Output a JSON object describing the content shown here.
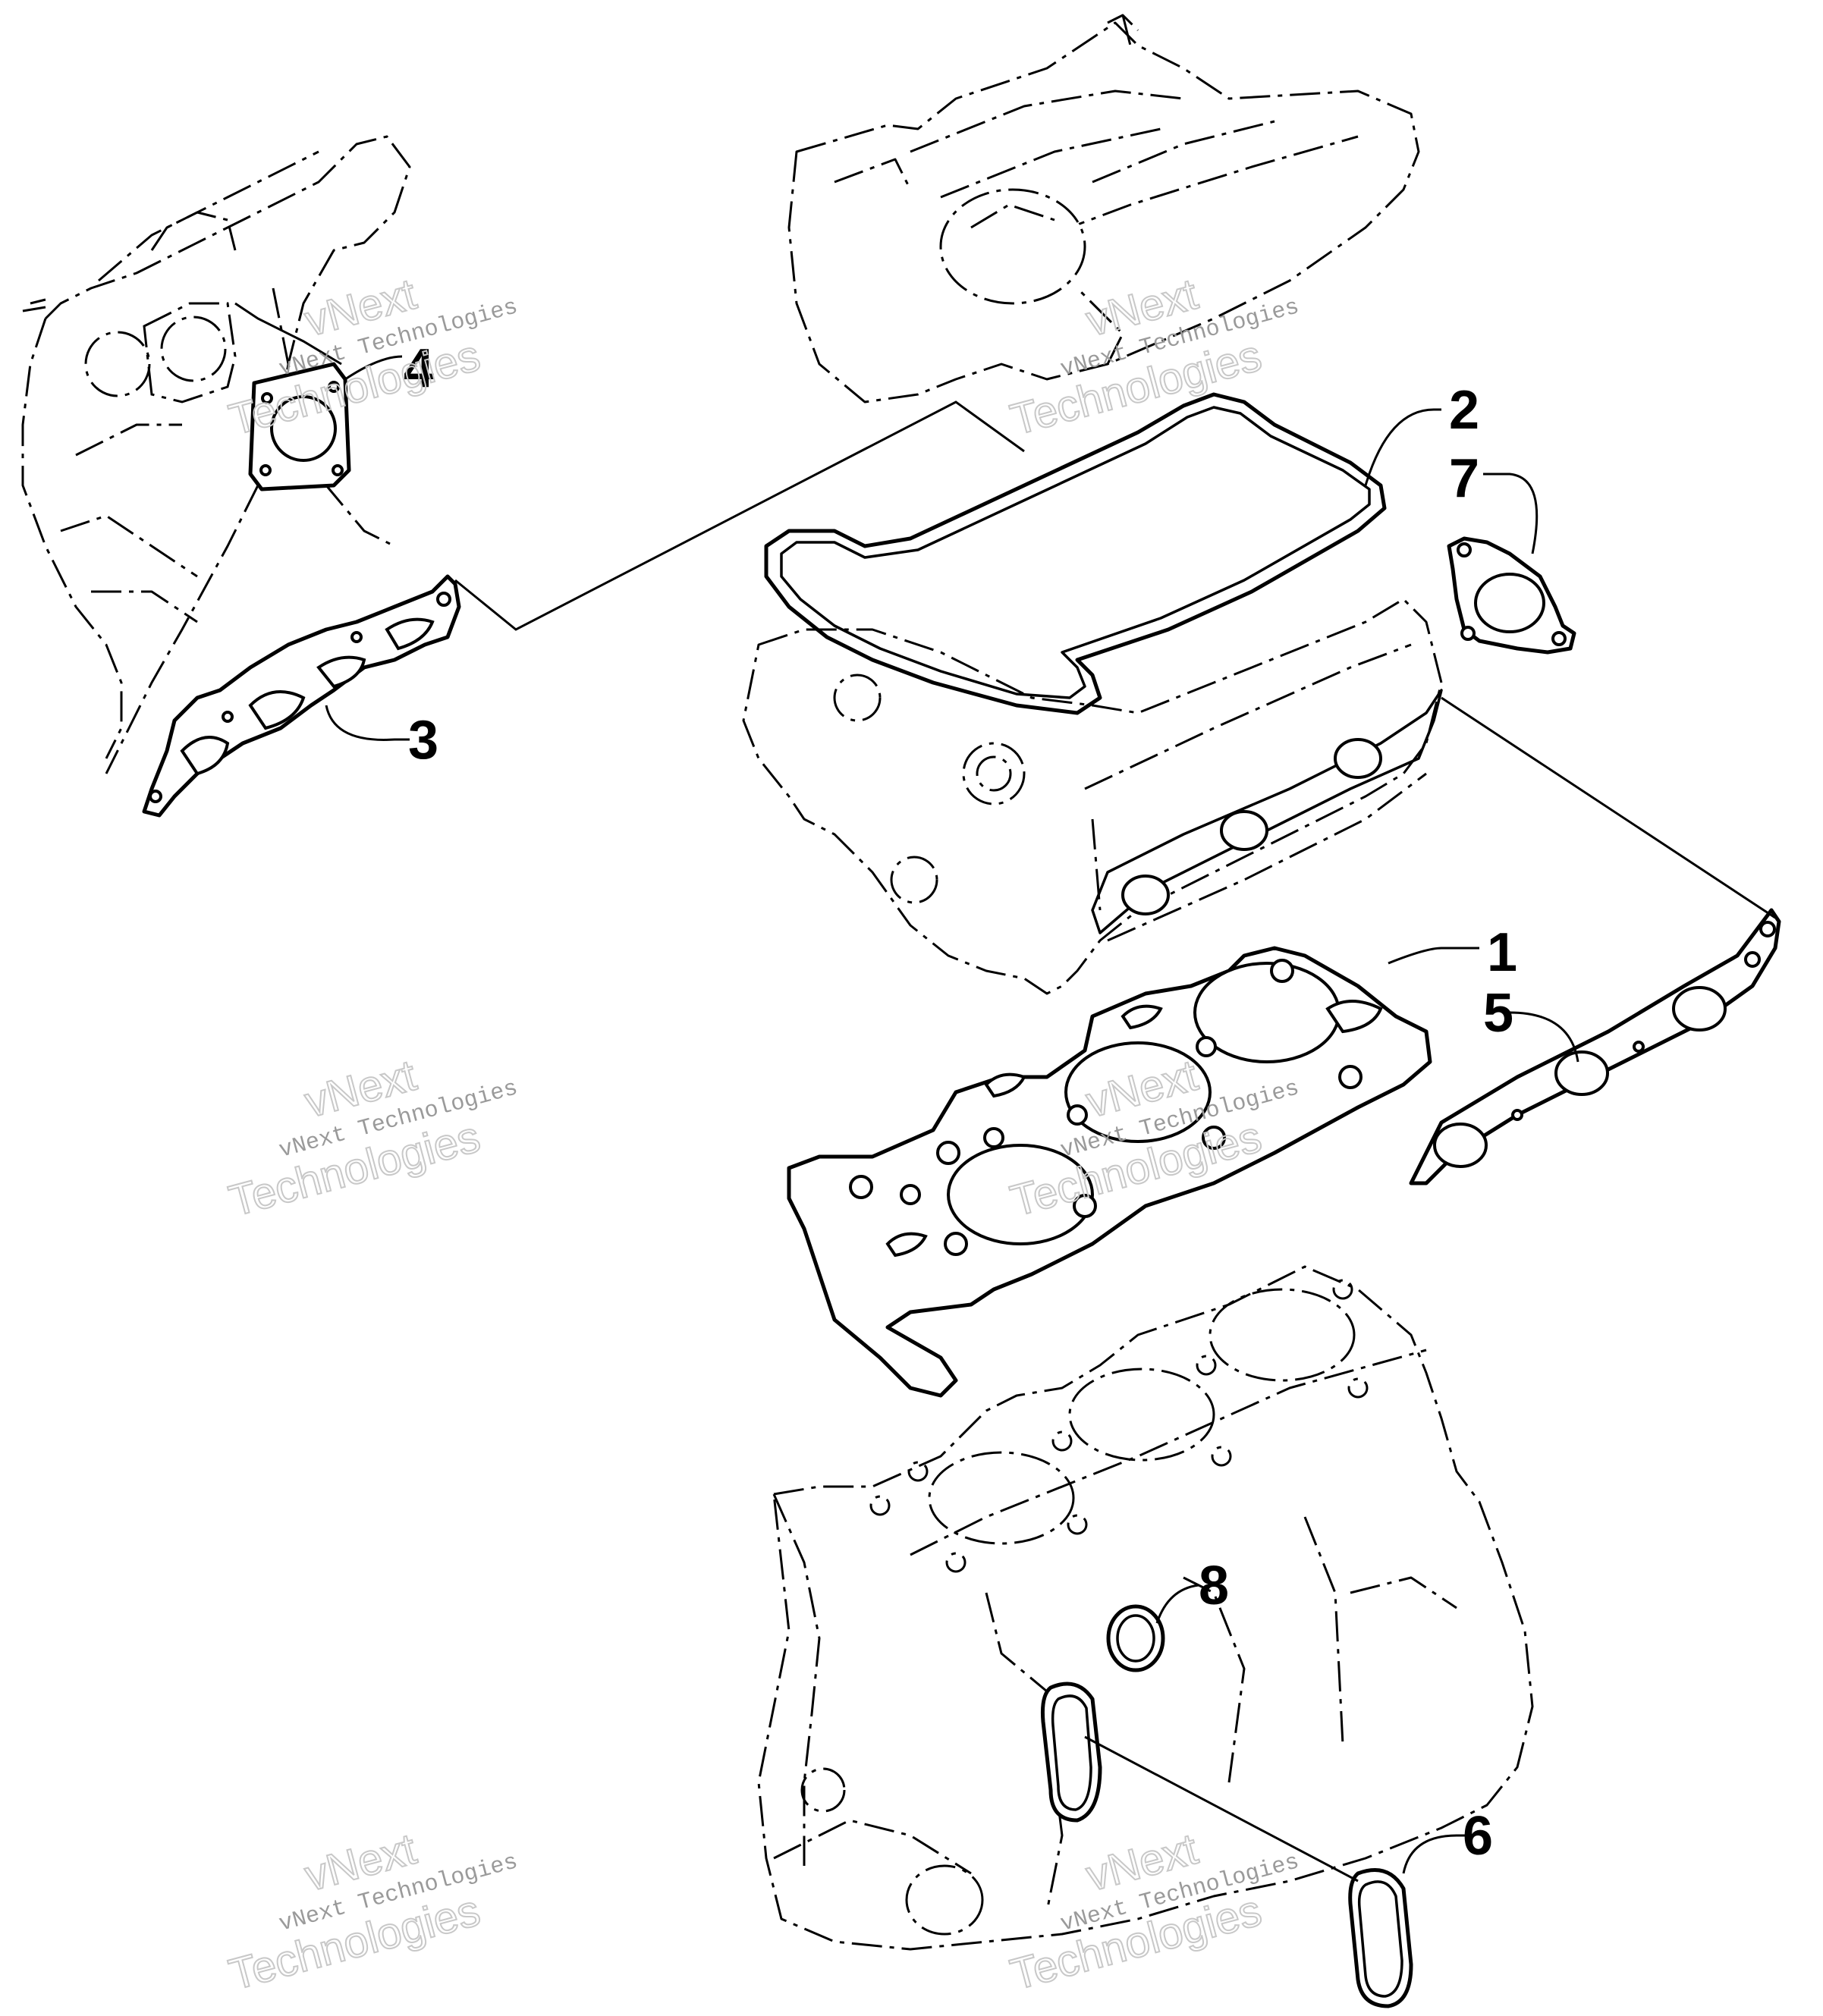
{
  "callouts": [
    {
      "id": "1",
      "label": "1"
    },
    {
      "id": "2",
      "label": "2"
    },
    {
      "id": "3",
      "label": "3"
    },
    {
      "id": "4",
      "label": "4"
    },
    {
      "id": "5",
      "label": "5"
    },
    {
      "id": "6",
      "label": "6"
    },
    {
      "id": "7",
      "label": "7"
    },
    {
      "id": "8",
      "label": "8"
    }
  ],
  "watermark": {
    "line1": "vNext Technologies",
    "line2": "vNext",
    "line3": "Technologies"
  }
}
